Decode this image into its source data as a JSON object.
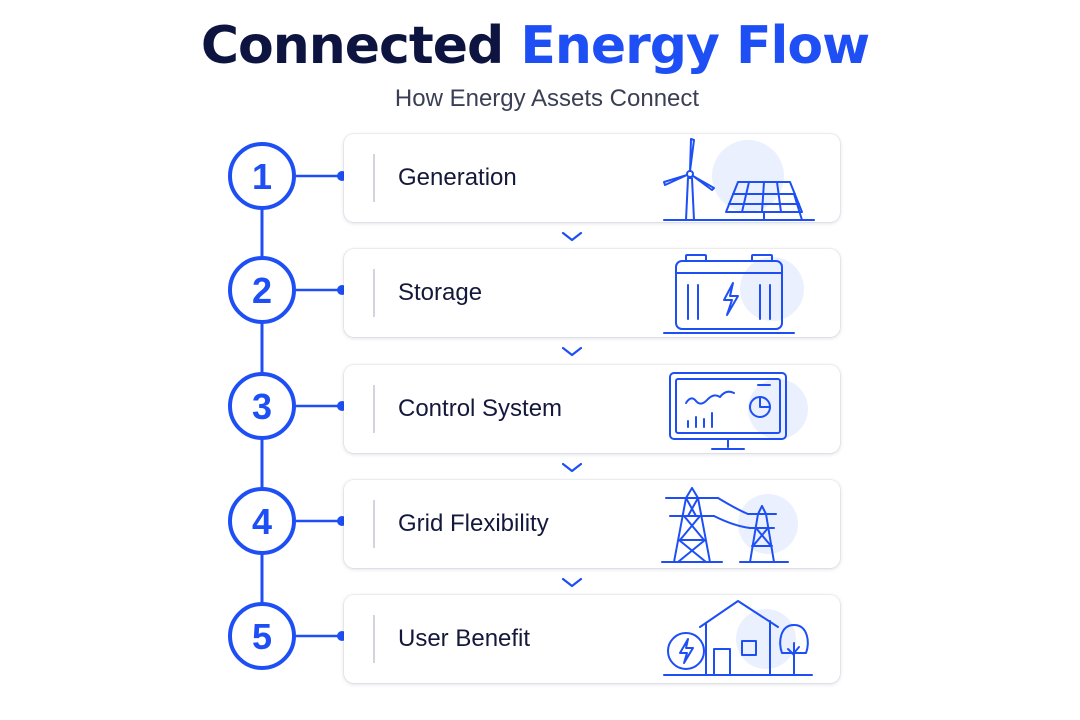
{
  "header": {
    "title_part1": "Connected",
    "title_part2": "Energy Flow",
    "subtitle": "How Energy Assets Connect"
  },
  "steps": [
    {
      "number": "1",
      "label": "Generation",
      "icon": "wind-turbine-solar-panel-icon"
    },
    {
      "number": "2",
      "label": "Storage",
      "icon": "battery-icon"
    },
    {
      "number": "3",
      "label": "Control System",
      "icon": "monitor-dashboard-icon"
    },
    {
      "number": "4",
      "label": "Grid Flexibility",
      "icon": "transmission-towers-icon"
    },
    {
      "number": "5",
      "label": "User Benefit",
      "icon": "house-energy-icon"
    }
  ],
  "colors": {
    "accent": "#1d4ff5",
    "title_dark": "#0d1440",
    "icon_bg": "#eaf0fd"
  }
}
